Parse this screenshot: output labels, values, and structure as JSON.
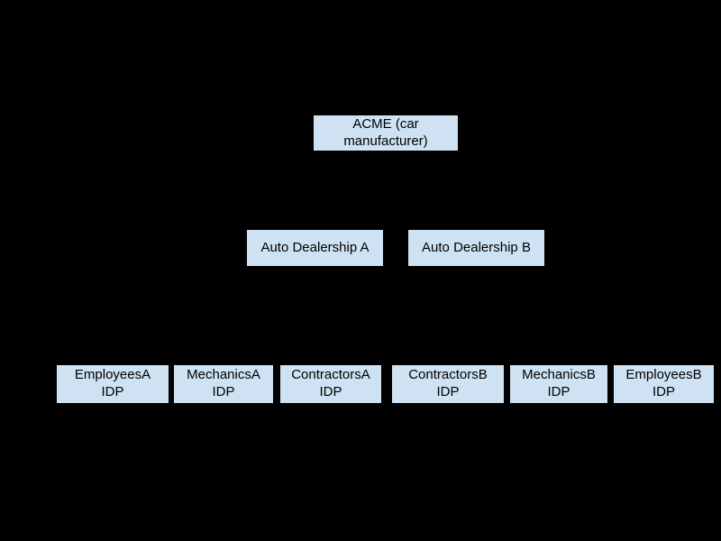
{
  "colors": {
    "background": "#000000",
    "node_fill": "#cfe2f3",
    "node_text": "#000000"
  },
  "diagram": {
    "type": "hierarchy",
    "root": {
      "label": "ACME (car\nmanufacturer)"
    },
    "dealerships": [
      {
        "label": "Auto Dealership A"
      },
      {
        "label": "Auto Dealership B"
      }
    ],
    "idps": [
      {
        "label": "EmployeesA\nIDP"
      },
      {
        "label": "MechanicsA\nIDP"
      },
      {
        "label": "ContractorsA\nIDP"
      },
      {
        "label": "ContractorsB\nIDP"
      },
      {
        "label": "MechanicsB\nIDP"
      },
      {
        "label": "EmployeesB\nIDP"
      }
    ]
  }
}
